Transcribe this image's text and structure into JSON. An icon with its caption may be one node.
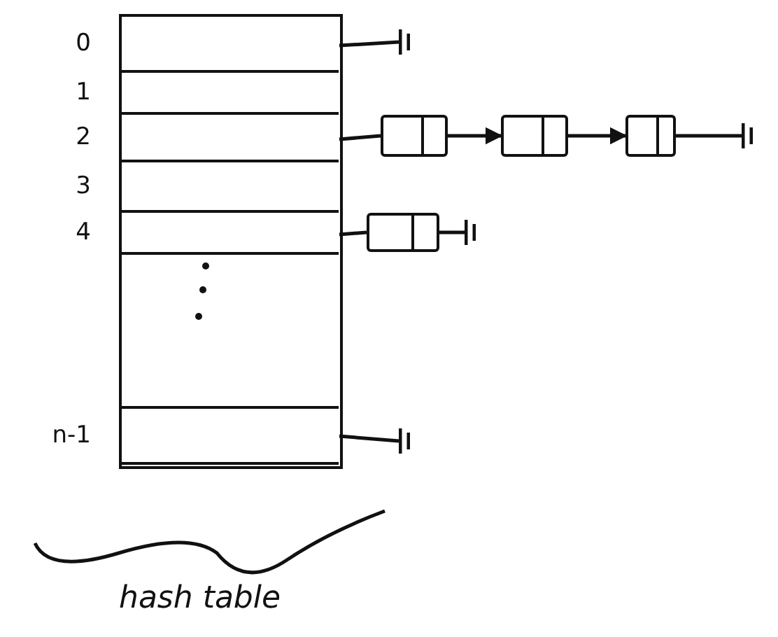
{
  "diagram": {
    "nodes": [
      {
        "text": [],
        "shape": "box",
        "beside": [
          "hash table"
        ]
      },
      {
        "text": [],
        "shape": "box",
        "in": 0,
        "beside": [
          "0"
        ]
      },
      {
        "text": [],
        "shape": "box",
        "in": 0,
        "beside": [
          "1"
        ]
      },
      {
        "text": [],
        "shape": "box",
        "in": 0,
        "beside": [
          "2"
        ]
      },
      {
        "text": [],
        "shape": "box",
        "in": 0,
        "beside": [
          "3"
        ]
      },
      {
        "text": [],
        "shape": "box",
        "in": 0,
        "beside": [
          "4"
        ]
      },
      {
        "text": [],
        "shape": "box",
        "in": 0,
        "beside": [
          "n-1"
        ]
      },
      {
        "text": [],
        "shape": "box"
      },
      {
        "text": [],
        "shape": "box"
      },
      {
        "text": [],
        "shape": "box"
      },
      {
        "text": [],
        "shape": "box"
      },
      {
        "text": [],
        "shape": "bar"
      },
      {
        "text": [],
        "shape": "bar"
      },
      {
        "text": [],
        "shape": "bar"
      },
      {
        "text": [],
        "shape": "bar"
      }
    ],
    "edges": [
      {
        "from": 1,
        "to": 11,
        "arrow": "none"
      },
      {
        "from": 3,
        "to": 7,
        "arrow": "none"
      },
      {
        "from": 7,
        "to": 8,
        "arrow": "to"
      },
      {
        "from": 8,
        "to": 9,
        "arrow": "to"
      },
      {
        "from": 9,
        "to": 12,
        "arrow": "none"
      },
      {
        "from": 5,
        "to": 10,
        "arrow": "none"
      },
      {
        "from": 10,
        "to": 13,
        "arrow": "none"
      },
      {
        "from": 6,
        "to": 14,
        "arrow": "none"
      }
    ]
  }
}
